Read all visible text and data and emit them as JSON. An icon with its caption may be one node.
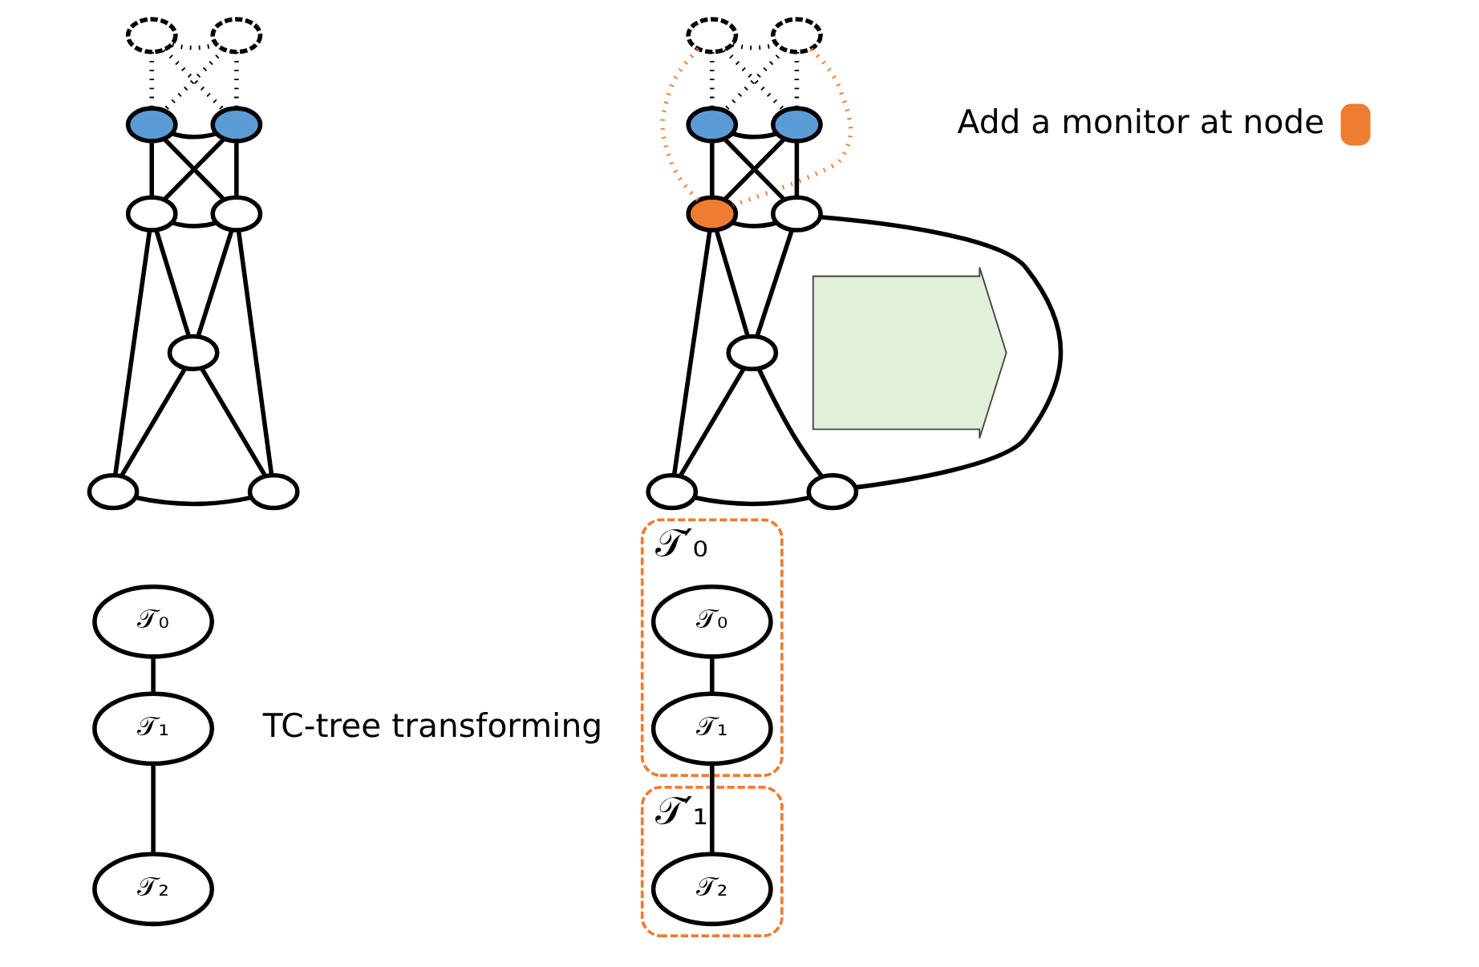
{
  "diagram": {
    "nodes": [
      {
        "text": [],
        "shape": "ellipse"
      },
      {
        "text": [],
        "shape": "ellipse"
      },
      {
        "text": [],
        "shape": "ellipse"
      },
      {
        "text": [],
        "shape": "ellipse"
      },
      {
        "text": [],
        "shape": "ellipse"
      },
      {
        "text": [],
        "shape": "ellipse"
      },
      {
        "text": [],
        "shape": "ellipse"
      },
      {
        "text": [],
        "shape": "ellipse"
      },
      {
        "text": [],
        "shape": "ellipse"
      },
      {
        "text": [
          "𝒯₀"
        ]
      },
      {
        "text": [
          "𝒯₁"
        ]
      },
      {
        "text": [
          "𝒯₂"
        ]
      },
      {
        "text": [],
        "shape": "arrow"
      },
      {
        "text": [],
        "shape": "ellipse"
      },
      {
        "text": [],
        "shape": "ellipse"
      },
      {
        "text": [],
        "shape": "ellipse"
      },
      {
        "text": [],
        "shape": "ellipse"
      },
      {
        "text": [],
        "shape": "ellipse"
      },
      {
        "text": [],
        "shape": "ellipse"
      },
      {
        "text": [],
        "shape": "ellipse"
      },
      {
        "text": [],
        "shape": "ellipse"
      },
      {
        "text": [],
        "shape": "ellipse"
      },
      {
        "text": [
          "𝒯′₀"
        ]
      },
      {
        "text": [
          "𝒯₀"
        ],
        "in": 22
      },
      {
        "text": [
          "𝒯₁"
        ],
        "in": 22
      },
      {
        "text": [
          "𝒯′₁"
        ]
      },
      {
        "text": [
          "𝒯₂"
        ],
        "in": 25
      }
    ],
    "edges": [
      {
        "from": 0,
        "to": 1,
        "arrow": "none",
        "style": "dashed"
      },
      {
        "from": 0,
        "to": 2,
        "arrow": "none",
        "style": "dashed"
      },
      {
        "from": 0,
        "to": 3,
        "arrow": "none",
        "style": "dashed"
      },
      {
        "from": 1,
        "to": 2,
        "arrow": "none",
        "style": "dashed"
      },
      {
        "from": 1,
        "to": 3,
        "arrow": "none",
        "style": "dashed"
      },
      {
        "from": 2,
        "to": 3,
        "arrow": "none"
      },
      {
        "from": 2,
        "to": 4,
        "arrow": "none"
      },
      {
        "from": 2,
        "to": 5,
        "arrow": "none"
      },
      {
        "from": 3,
        "to": 4,
        "arrow": "none"
      },
      {
        "from": 3,
        "to": 5,
        "arrow": "none"
      },
      {
        "from": 4,
        "to": 5,
        "arrow": "none"
      },
      {
        "from": 4,
        "to": 6,
        "arrow": "none"
      },
      {
        "from": 5,
        "to": 6,
        "arrow": "none"
      },
      {
        "from": 4,
        "to": 7,
        "arrow": "none"
      },
      {
        "from": 5,
        "to": 8,
        "arrow": "none"
      },
      {
        "from": 6,
        "to": 7,
        "arrow": "none"
      },
      {
        "from": 6,
        "to": 8,
        "arrow": "none"
      },
      {
        "from": 7,
        "to": 8,
        "arrow": "none"
      },
      {
        "from": 9,
        "to": 10,
        "arrow": "none"
      },
      {
        "from": 10,
        "to": 11,
        "arrow": "none"
      },
      {
        "from": 13,
        "to": 14,
        "arrow": "none",
        "style": "dashed"
      },
      {
        "from": 13,
        "to": 15,
        "arrow": "none",
        "style": "dashed"
      },
      {
        "from": 13,
        "to": 16,
        "arrow": "none",
        "style": "dashed"
      },
      {
        "from": 14,
        "to": 15,
        "arrow": "none",
        "style": "dashed"
      },
      {
        "from": 14,
        "to": 16,
        "arrow": "none",
        "style": "dashed"
      },
      {
        "from": 15,
        "to": 16,
        "arrow": "none"
      },
      {
        "from": 15,
        "to": 17,
        "arrow": "none"
      },
      {
        "from": 15,
        "to": 18,
        "arrow": "none"
      },
      {
        "from": 16,
        "to": 17,
        "arrow": "none"
      },
      {
        "from": 16,
        "to": 18,
        "arrow": "none"
      },
      {
        "from": 17,
        "to": 18,
        "arrow": "none"
      },
      {
        "from": 17,
        "to": 19,
        "arrow": "none"
      },
      {
        "from": 18,
        "to": 19,
        "arrow": "none"
      },
      {
        "from": 17,
        "to": 20,
        "arrow": "none"
      },
      {
        "from": 18,
        "to": 21,
        "arrow": "none"
      },
      {
        "from": 19,
        "to": 20,
        "arrow": "none"
      },
      {
        "from": 19,
        "to": 21,
        "arrow": "none"
      },
      {
        "from": 20,
        "to": 21,
        "arrow": "none"
      },
      {
        "from": 13,
        "to": 17,
        "arrow": "none",
        "style": "dashed",
        "color": "#ed7d31"
      },
      {
        "from": 14,
        "to": 17,
        "arrow": "none",
        "style": "dashed",
        "color": "#ed7d31"
      },
      {
        "from": 23,
        "to": 24,
        "arrow": "none"
      },
      {
        "from": 24,
        "to": 26,
        "arrow": "none"
      }
    ],
    "labels": [
      "TC-tree transforming"
    ],
    "legend": [
      {
        "text": "Add a monitor at node",
        "color": "#ed7d31"
      }
    ]
  }
}
